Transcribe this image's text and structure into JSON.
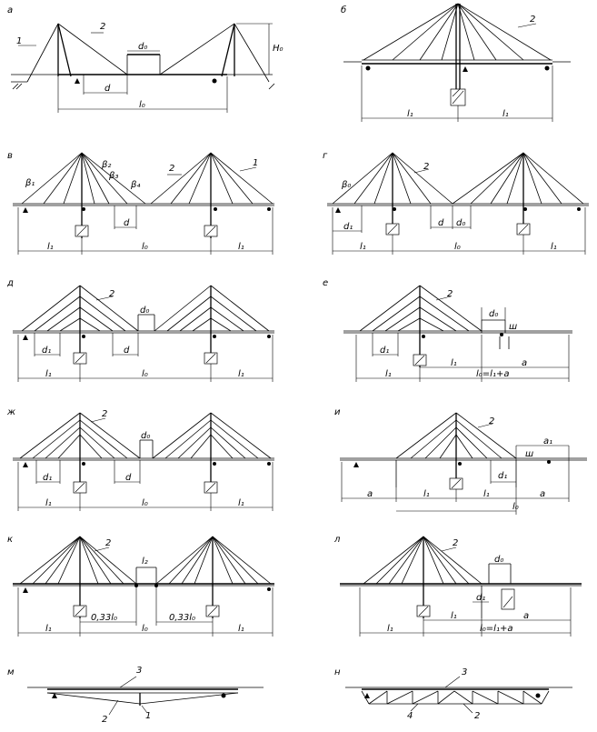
{
  "panels": [
    {
      "id": "a",
      "letter": "а",
      "labels": [
        "1",
        "2",
        "d₀",
        "H₀",
        "d",
        "l₀"
      ]
    },
    {
      "id": "b",
      "letter": "б",
      "labels": [
        "2",
        "l₁",
        "l₁"
      ]
    },
    {
      "id": "v",
      "letter": "в",
      "labels": [
        "2",
        "1",
        "β₁",
        "β₂",
        "β₃",
        "β₄",
        "d",
        "l₁",
        "l₀",
        "l₁"
      ]
    },
    {
      "id": "g",
      "letter": "г",
      "labels": [
        "2",
        "β₀",
        "d₁",
        "d",
        "d₀",
        "l₁",
        "l₀",
        "l₁"
      ]
    },
    {
      "id": "d",
      "letter": "д",
      "labels": [
        "2",
        "d₀",
        "d₁",
        "d",
        "l₁",
        "l₀",
        "l₁"
      ]
    },
    {
      "id": "e",
      "letter": "е",
      "labels": [
        "2",
        "d₀",
        "ш",
        "d₁",
        "l₁",
        "l₁",
        "a",
        "l₀=l₁+a"
      ]
    },
    {
      "id": "zh",
      "letter": "ж",
      "labels": [
        "2",
        "d₀",
        "d₁",
        "d",
        "l₁",
        "l₀",
        "l₁"
      ]
    },
    {
      "id": "i",
      "letter": "и",
      "labels": [
        "2",
        "a₁",
        "ш",
        "d₁",
        "a",
        "l₁",
        "l₁",
        "a",
        "l₀"
      ]
    },
    {
      "id": "k",
      "letter": "к",
      "labels": [
        "2",
        "l₂",
        "0,33l₀",
        "0,33l₀",
        "l₁",
        "l₀",
        "l₁"
      ]
    },
    {
      "id": "l",
      "letter": "л",
      "labels": [
        "2",
        "d₀",
        "d₁",
        "l₁",
        "l₁",
        "a",
        "l₀=l₁+a"
      ]
    },
    {
      "id": "m",
      "letter": "м",
      "labels": [
        "3",
        "2",
        "1"
      ]
    },
    {
      "id": "n",
      "letter": "н",
      "labels": [
        "3",
        "4",
        "2"
      ]
    }
  ]
}
